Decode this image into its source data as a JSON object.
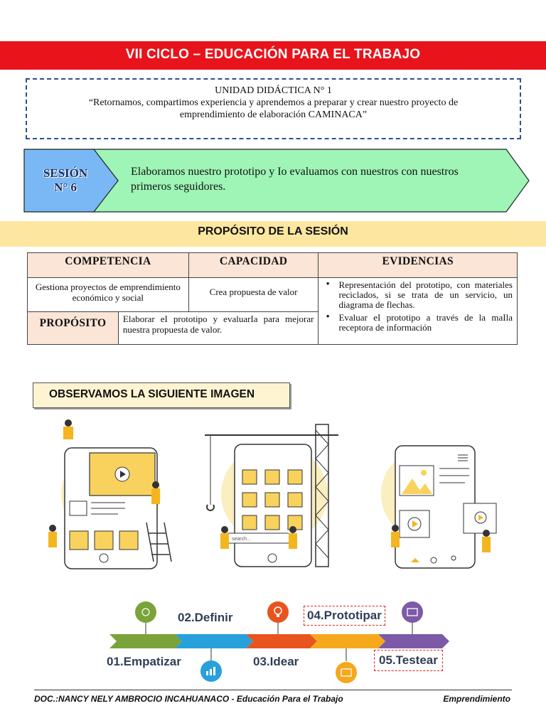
{
  "header": {
    "title": "VII CICLO – EDUCACIÓN PARA EL TRABAJO"
  },
  "unit": {
    "line1": "UNIDAD DIDÁCTICA N° 1",
    "line2": "“Retornamos, compartimos experiencia y aprendemos a preparar y crear nuestro proyecto de",
    "line3": "emprendimiento de elaboración CAMINACA”"
  },
  "session": {
    "label_line1": "SESIÓN",
    "label_line2": "N° 6",
    "title_line1": "Elaboramos nuestro prototipo y Io evaluamos con nuestros con nuestros",
    "title_line2": "primeros seguidores."
  },
  "purpose_section": {
    "title": "PROPÓSITO DE LA SESIÓN"
  },
  "table": {
    "headers": [
      "COMPETENCIA",
      "CAPACIDAD",
      "EVIDENCIAS"
    ],
    "competencia": "Gestiona proyectos de emprendimiento económico y social",
    "capacidad": "Crea propuesta de valor",
    "evidencias": [
      "Representación del prototipo, con materiales reciclados, si se trata de un servicio, un diagrama de flechas.",
      "Evaluar eI prototipo a través de la maIla receptora de información"
    ],
    "proposito_label": "PROPÓSITO",
    "proposito_text": "Elaborar eI prototipo y evaluarIa para mejorar nuestra propuesta de valor."
  },
  "observe": {
    "title": "OBSERVAMOS LA SIGUIENTE IMAGEN"
  },
  "illustration": {
    "search_placeholder": "search..."
  },
  "timeline": {
    "steps": [
      {
        "label": "01.Empatizar",
        "color": "#7aa33a",
        "icon": "smile-icon"
      },
      {
        "label": "02.Definir",
        "color": "#27a0dc",
        "icon": "chart-icon"
      },
      {
        "label": "03.Idear",
        "color": "#e8541e",
        "icon": "lightbulb-icon"
      },
      {
        "label": "04.Prototipar",
        "color": "#f6a81d",
        "icon": "monitor-icon"
      },
      {
        "label": "05.Testear",
        "color": "#7c5aa7",
        "icon": "screen-check-icon"
      }
    ]
  },
  "footer": {
    "left": "DOC.:NANCY NELY AMBROCIO INCAHUANACO - Educación Para el Trabajo",
    "right": "Emprendimiento"
  }
}
